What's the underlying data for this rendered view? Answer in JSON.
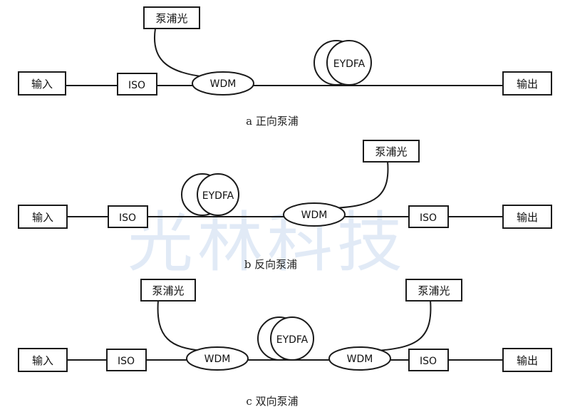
{
  "watermark": "光林科技",
  "labels": {
    "input": "输入",
    "output": "输出",
    "iso": "ISO",
    "wdm": "WDM",
    "eydfa": "EYDFA",
    "pump": "泵浦光"
  },
  "captions": {
    "a": "a 正向泵浦",
    "b": "b  反向泵浦",
    "c": "c  双向泵浦"
  }
}
